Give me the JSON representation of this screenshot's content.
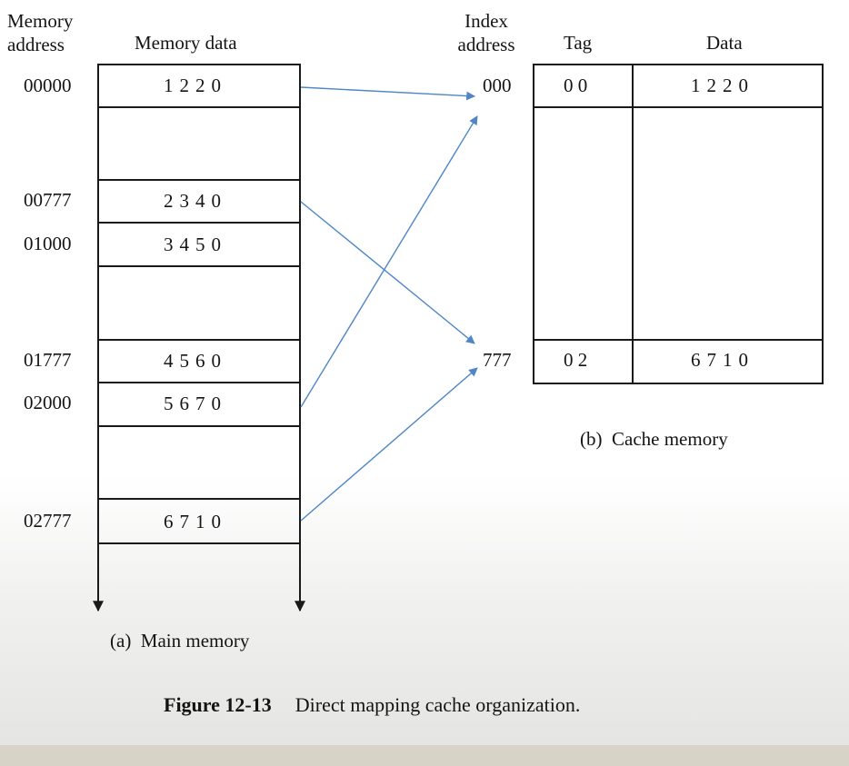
{
  "main_memory": {
    "header_address": "Memory\naddress",
    "header_data": "Memory data",
    "rows": [
      {
        "address": "00000",
        "data": "1220"
      },
      {
        "address": "00777",
        "data": "2340"
      },
      {
        "address": "01000",
        "data": "3450"
      },
      {
        "address": "01777",
        "data": "4560"
      },
      {
        "address": "02000",
        "data": "5670"
      },
      {
        "address": "02777",
        "data": "6710"
      }
    ],
    "caption": "(a)  Main memory"
  },
  "cache_memory": {
    "header_index": "Index\naddress",
    "header_tag": "Tag",
    "header_data": "Data",
    "rows": [
      {
        "index": "000",
        "tag": "0 0",
        "data": "1220"
      },
      {
        "index": "777",
        "tag": "0 2",
        "data": "6710"
      }
    ],
    "caption": "(b)  Cache memory"
  },
  "figure": {
    "number": "Figure 12-13",
    "title": "Direct mapping cache organization."
  },
  "colors": {
    "arrow": "#4f86c6",
    "line": "#1a1a1a"
  }
}
